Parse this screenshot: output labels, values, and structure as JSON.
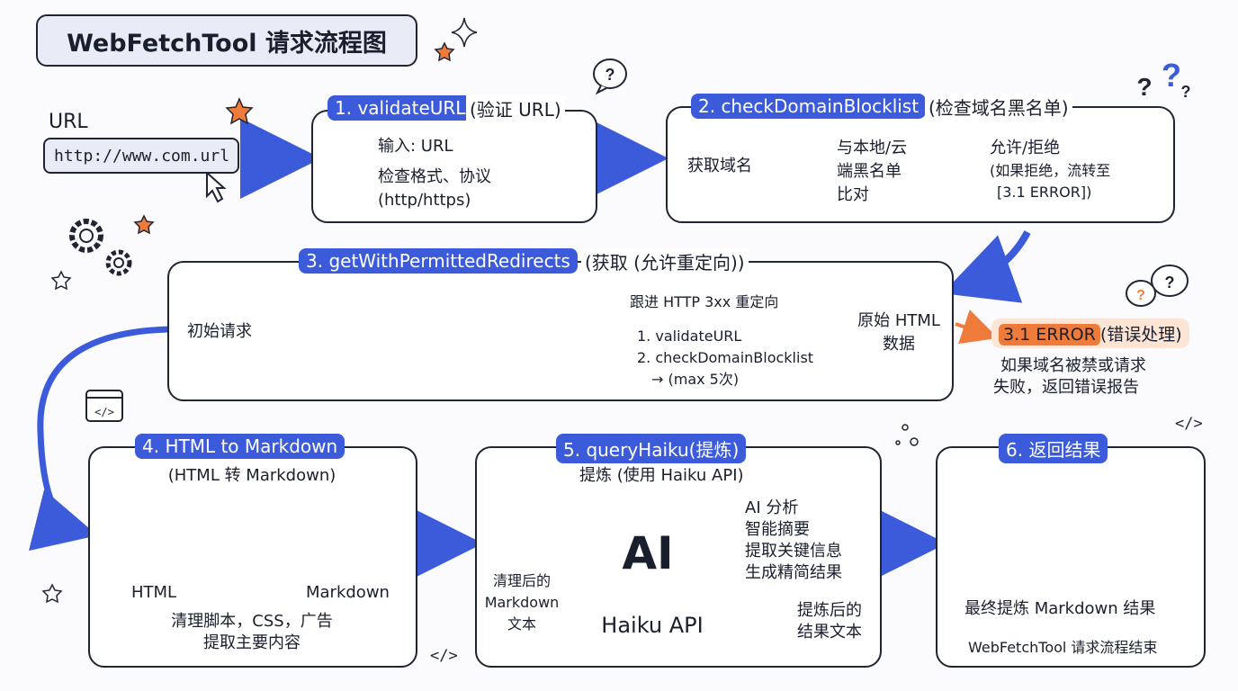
{
  "title": "WebFetchTool 请求流程图",
  "url_label": "URL",
  "url_value": "http://www.com.url",
  "step1": {
    "name": "1. validateURL",
    "tail": "(验证 URL)",
    "lines": [
      "输入: URL",
      "检查格式、协议",
      "(http/https)"
    ]
  },
  "step2": {
    "name": "2. checkDomainBlocklist",
    "tail": "(检查域名黑名单)",
    "get_domain": "获取域名",
    "compare": [
      "与本地/云",
      "端黑名单",
      "比对"
    ],
    "result": [
      "允许/拒绝",
      "(如果拒绝，流转至",
      "[3.1 ERROR])"
    ]
  },
  "step3": {
    "name": "3. getWithPermittedRedirects",
    "tail": "(获取 (允许重定向))",
    "initial": "初始请求",
    "follow": "跟进 HTTP 3xx 重定向",
    "checks": [
      "1. validateURL",
      "2. checkDomainBlocklist",
      "→ (max 5次)"
    ],
    "raw": [
      "原始 HTML",
      "数据"
    ]
  },
  "error": {
    "label": "3.1 ERROR",
    "tail": "(错误处理)",
    "lines": [
      "如果域名被禁或请求",
      "失败，返回错误报告"
    ]
  },
  "step4": {
    "name": "4. HTML to Markdown",
    "sub": "(HTML 转 Markdown)",
    "html_label": "HTML",
    "md_label": "Markdown",
    "lines": [
      "清理脚本，CSS，广告",
      "提取主要内容"
    ]
  },
  "step5": {
    "name": "5. queryHaiku(提炼)",
    "sub": "提炼 (使用 Haiku API)",
    "input": [
      "清理后的",
      "Markdown",
      "文本"
    ],
    "ai": "AI",
    "api": "Haiku API",
    "analysis": [
      "AI 分析",
      "智能摘要",
      "提取关键信息",
      "生成精简结果"
    ],
    "output": [
      "提炼后的",
      "结果文本"
    ]
  },
  "step6": {
    "name": "6. 返回结果",
    "final": "最终提炼 Markdown 结果",
    "done": "WebFetchTool 请求流程结束"
  },
  "colors": {
    "accent": "#3b5bdb",
    "error": "#ee7b3a",
    "ink": "#1f2533",
    "warn": "#e8833a"
  }
}
